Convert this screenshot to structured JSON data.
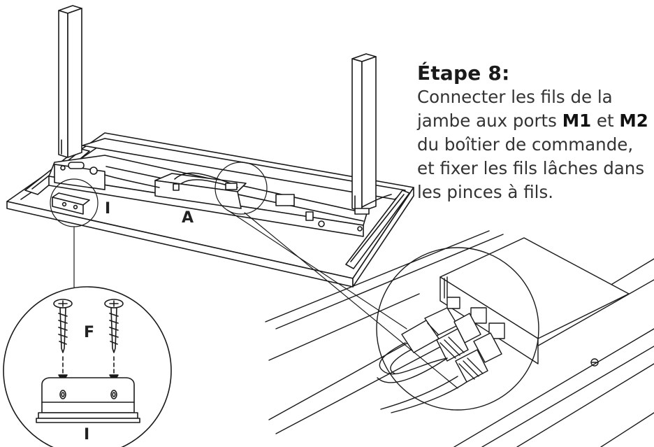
{
  "step": {
    "title": "Étape 8:",
    "text_1": "Connecter les fils de la",
    "text_2a": "jambe aux ports ",
    "port_1": "M1",
    "text_2b": " et ",
    "port_2": "M2",
    "text_3": "du boîtier de commande,",
    "text_4": "et fixer les fils lâches dans",
    "text_5": "les pinces à fils."
  },
  "labels": {
    "cable_clip_top": "I",
    "control_box": "A",
    "screw": "F",
    "cable_clip_detail": "I"
  },
  "colors": {
    "line": "#1a1a1a",
    "fill": "#ffffff",
    "text": "#222222"
  }
}
